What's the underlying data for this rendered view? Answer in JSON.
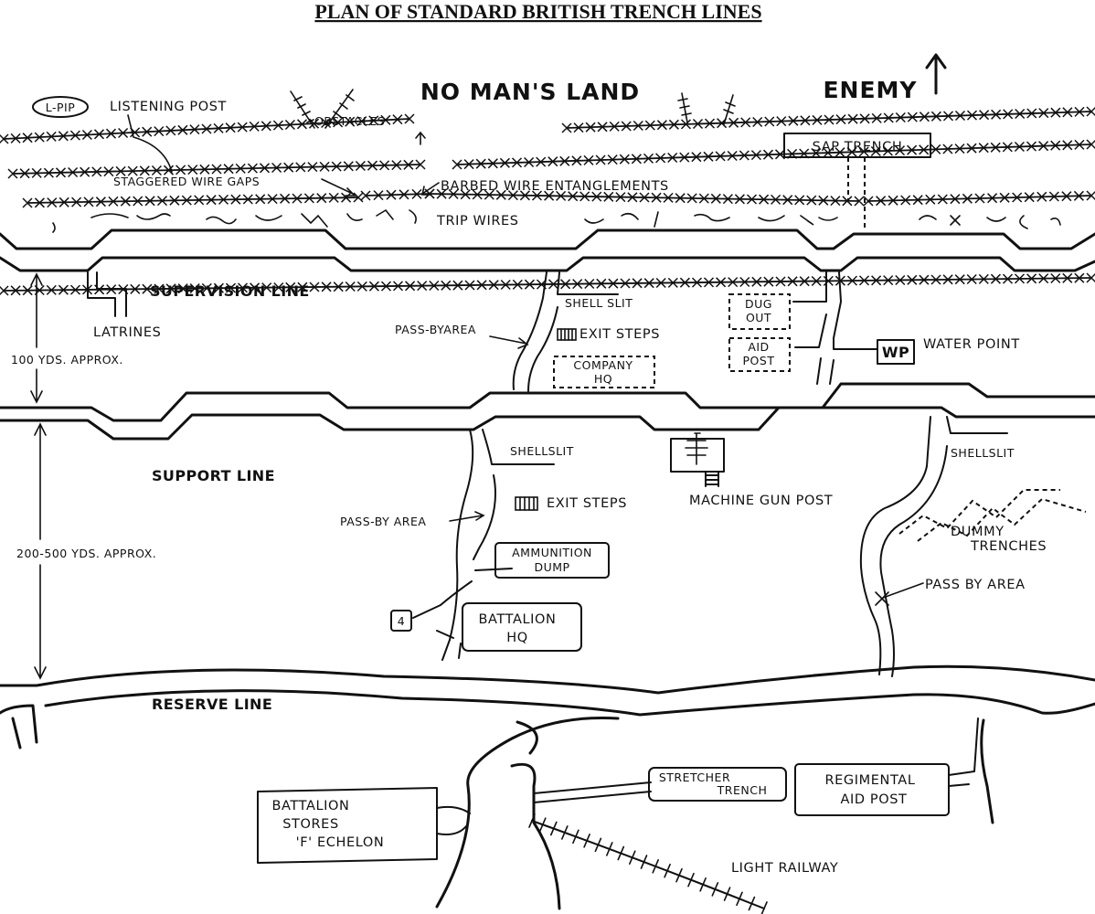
{
  "title": "PLAN OF STANDARD BRITISH TRENCH LINES",
  "no_mans_land": "NO MAN'S LAND",
  "enemy": "ENEMY",
  "front": {
    "lpip": "L-PIP",
    "listening_post": "LISTENING POST",
    "obstacles": "OBSTACLES",
    "sap_trench": "SAP TRENCH",
    "staggered_wire_gaps": "STAGGERED WIRE GAPS",
    "barbed_wire": "BARBED WIRE ENTANGLEMENTS",
    "trip_wires": "TRIP WIRES"
  },
  "supervision": {
    "line": "SUPERVISION LINE",
    "latrines": "LATRINES",
    "distance": "100 YDS. APPROX.",
    "pass_by": "PASS-BYAREA",
    "shell_slit": "SHELL SLIT",
    "exit_steps": "EXIT STEPS",
    "company_hq_1": "COMPANY",
    "company_hq_2": "HQ",
    "dug_out_1": "DUG",
    "dug_out_2": "OUT",
    "aid_post_1": "AID",
    "aid_post_2": "POST",
    "wp": "WP",
    "water_point": "WATER POINT"
  },
  "support": {
    "line": "SUPPORT LINE",
    "distance": "200-500 YDS. APPROX.",
    "shell_slit": "SHELLSLIT",
    "shell_slit_right": "SHELLSLIT",
    "exit_steps": "EXIT STEPS",
    "pass_by": "PASS-BY AREA",
    "machine_gun_post": "MACHINE GUN POST",
    "dummy_1": "DUMMY",
    "dummy_2": "TRENCHES",
    "pass_by_right": "PASS BY AREA",
    "ammo_1": "AMMUNITION",
    "ammo_2": "DUMP",
    "bn_hq_1": "BATTALION",
    "bn_hq_2": "HQ",
    "four": "4"
  },
  "reserve": {
    "line": "RESERVE LINE",
    "stores_1": "BATTALION",
    "stores_2": "STORES",
    "stores_3": "'F' ECHELON",
    "stretcher_1": "STRETCHER",
    "stretcher_2": "TRENCH",
    "rap_1": "REGIMENTAL",
    "rap_2": "AID POST",
    "light_railway": "LIGHT RAILWAY"
  }
}
